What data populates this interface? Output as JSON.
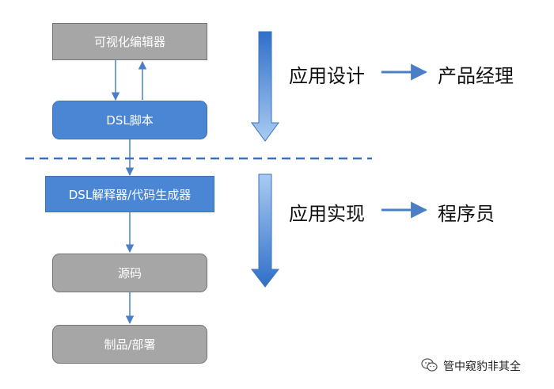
{
  "flow": {
    "visual_editor": "可视化编辑器",
    "dsl_script": "DSL脚本",
    "parser_generator": "DSL解释器/代码生成器",
    "source_code": "源码",
    "product_deploy": "制品/部署"
  },
  "phases": {
    "design": {
      "label": "应用设计",
      "role": "产品经理"
    },
    "implementation": {
      "label": "应用实现",
      "role": "程序员"
    }
  },
  "watermark": "管中窥豹非其全",
  "colors": {
    "gray_fill": "#a6a6a6",
    "blue_fill": "#4a86d4",
    "arrow_blue": "#4a7fc8",
    "divider": "#3d6fb8"
  }
}
